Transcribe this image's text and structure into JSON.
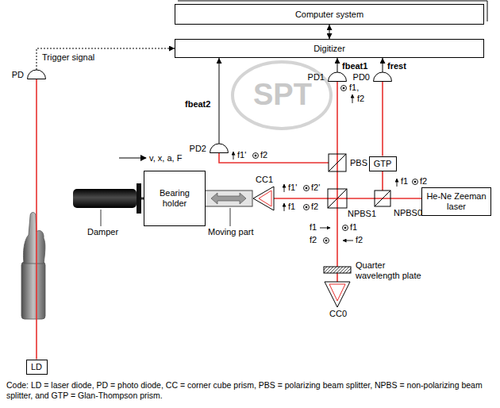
{
  "diagram": {
    "caption": "Code: LD = laser diode, PD = photo diode, CC = corner cube prism, PBS = polarizing beam splitter, NPBS = non-polarizing beam splitter, and GTP = Glan-Thompson prism.",
    "nodes": [
      {
        "text": [
          "Computer system"
        ]
      },
      {
        "text": [
          "Digitizer"
        ]
      },
      {
        "text": [
          "PD"
        ]
      },
      {
        "text": [
          "PD1"
        ]
      },
      {
        "text": [
          "PD0"
        ]
      },
      {
        "text": [
          "PD2"
        ]
      },
      {
        "text": [
          "GTP"
        ]
      },
      {
        "text": [
          "He-Ne Zeeman laser"
        ]
      },
      {
        "text": [
          "Bearing holder"
        ]
      },
      {
        "text": [
          "LD"
        ]
      }
    ],
    "edges": [
      {
        "from": 0,
        "to": 1,
        "arrow": "both"
      },
      {
        "from": 2,
        "to": 1,
        "arrow": "to",
        "label": "Trigger signal"
      },
      {
        "from": 5,
        "to": 1,
        "arrow": "to",
        "label": "fbeat2"
      },
      {
        "from": 3,
        "to": 1,
        "arrow": "to",
        "label": "fbeat1"
      },
      {
        "from": 4,
        "to": 1,
        "arrow": "to",
        "label": "frest"
      },
      {
        "from": 6,
        "to": 4,
        "arrow": "none"
      },
      {
        "from": 9,
        "to": 2,
        "arrow": "none"
      }
    ],
    "labels": [
      "SPT",
      "v, x, a, F",
      "Damper",
      "Moving part",
      "CC1",
      "f1'",
      "f2'",
      "f1",
      "f2",
      "NPBS1",
      "f1,",
      "f2",
      "PBS",
      "f1'",
      "f2",
      "NPBS0",
      "f1",
      "f2",
      "f1",
      "f2",
      "f1",
      "f2",
      "Quarter wavelength plate",
      "CC0"
    ]
  }
}
